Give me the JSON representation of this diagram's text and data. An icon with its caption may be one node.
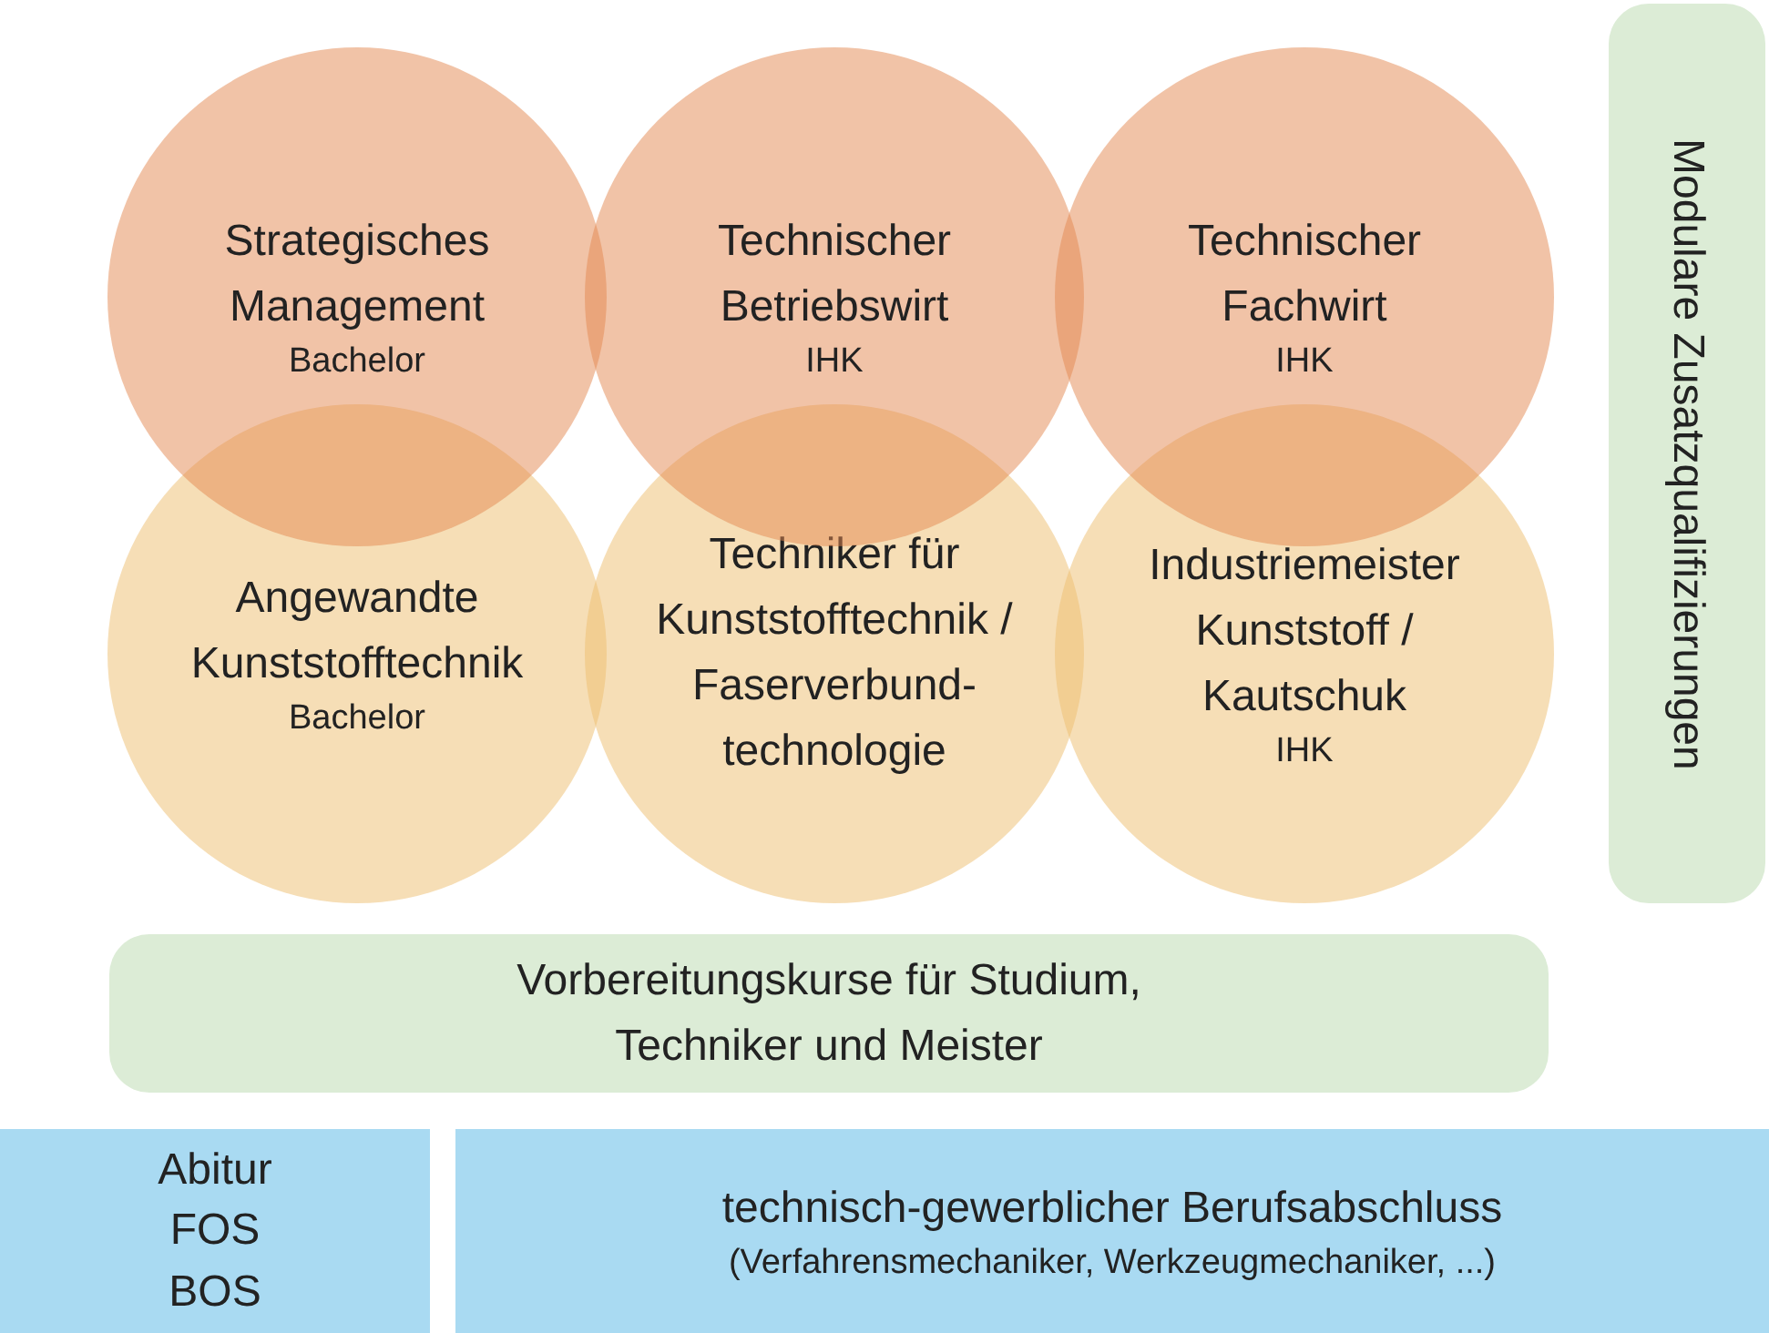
{
  "diagram": {
    "nodes": [
      {
        "text": [
          "Strategisches Management",
          "Bachelor"
        ]
      },
      {
        "text": [
          "Technischer Betriebswirt",
          "IHK"
        ]
      },
      {
        "text": [
          "Technischer Fachwirt",
          "IHK"
        ]
      },
      {
        "text": [
          "Modulare Zusatzqualifizierungen"
        ]
      },
      {
        "text": [
          "Angewandte Kunststofftechnik",
          "Bachelor"
        ]
      },
      {
        "text": [
          "Techniker für Kunststofftechnik / Faserverbund-technologie"
        ]
      },
      {
        "text": [
          "Industriemeister Kunststoff / Kautschuk",
          "IHK"
        ]
      },
      {
        "text": [
          "Vorbereitungskurse für Studium, Techniker und Meister"
        ]
      },
      {
        "text": [
          "Abitur FOS BOS"
        ]
      },
      {
        "text": [
          "technisch-gewerblicher Berufsabschluss",
          "(Verfahrensmechaniker, Werkzeugmechaniker, ...)"
        ]
      }
    ],
    "edges": []
  }
}
